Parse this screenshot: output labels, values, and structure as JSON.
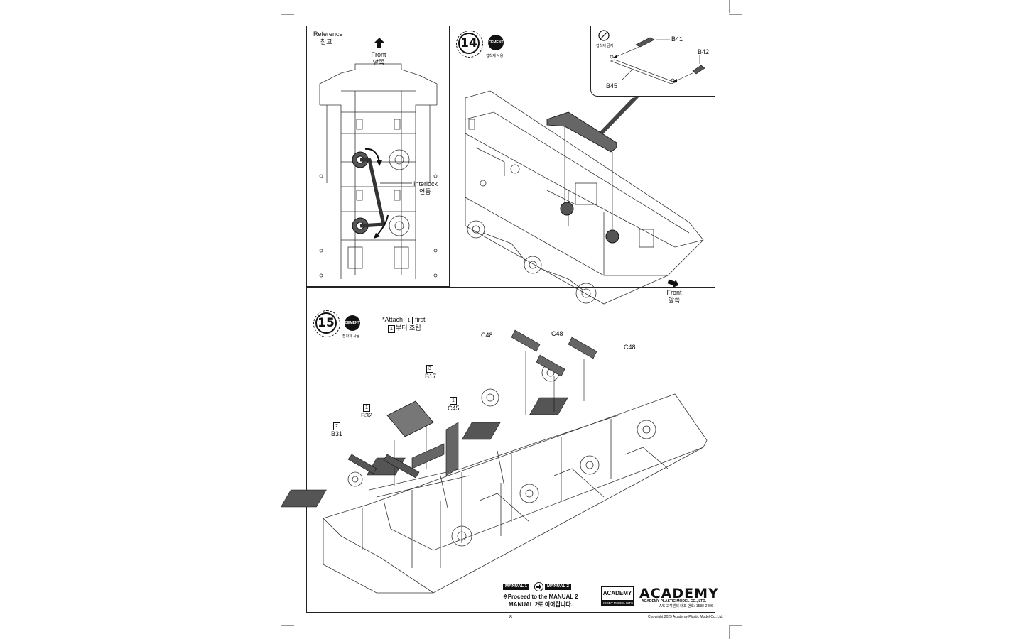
{
  "reference": {
    "title_en": "Reference",
    "title_ko": "참고",
    "front_en": "Front",
    "front_ko": "앞쪽",
    "interlock_en": "Interlock",
    "interlock_ko": "연동"
  },
  "step14": {
    "number": "14",
    "cement": "CEMENT",
    "cement_ko": "접착제 사용",
    "inset": {
      "no_cement_ko": "접착제 금지",
      "no_cement": "CEMENT",
      "parts": [
        "B41",
        "B42",
        "B45"
      ]
    },
    "front_en": "Front",
    "front_ko": "앞쪽"
  },
  "step15": {
    "number": "15",
    "cement": "CEMENT",
    "cement_ko": "접착제 사용",
    "note_prefix": "*Attach",
    "note_num": "1",
    "note_suffix": "first",
    "note_ko_suffix": "부터 조립",
    "parts": {
      "c48_a": "C48",
      "c48_b": "C48",
      "c48_c": "C48",
      "b17_num": "3",
      "b17": "B17",
      "c45_num": "1",
      "c45": "C45",
      "b32_num": "1",
      "b32": "B32",
      "b31_num": "2",
      "b31": "B31"
    }
  },
  "footer": {
    "manual1": "MANUAL 1",
    "manual2": "MANUAL 2",
    "proceed_en": "※Proceed to the MANUAL 2",
    "proceed_ko": "MANUAL 2로 이어집니다.",
    "badge_top": "ACADEMY",
    "badge_bottom": "HOBBY MODEL KITS",
    "brand": "ACADEMY",
    "brand_sub": "ACADEMY PLASTIC MODEL CO., LTD.",
    "service": "A/S 고객센터 대표 번호: 1588-2406",
    "page_number": "8",
    "copyright": "Copyright 2025 Academy Plastic Model Co.,Ltd."
  }
}
